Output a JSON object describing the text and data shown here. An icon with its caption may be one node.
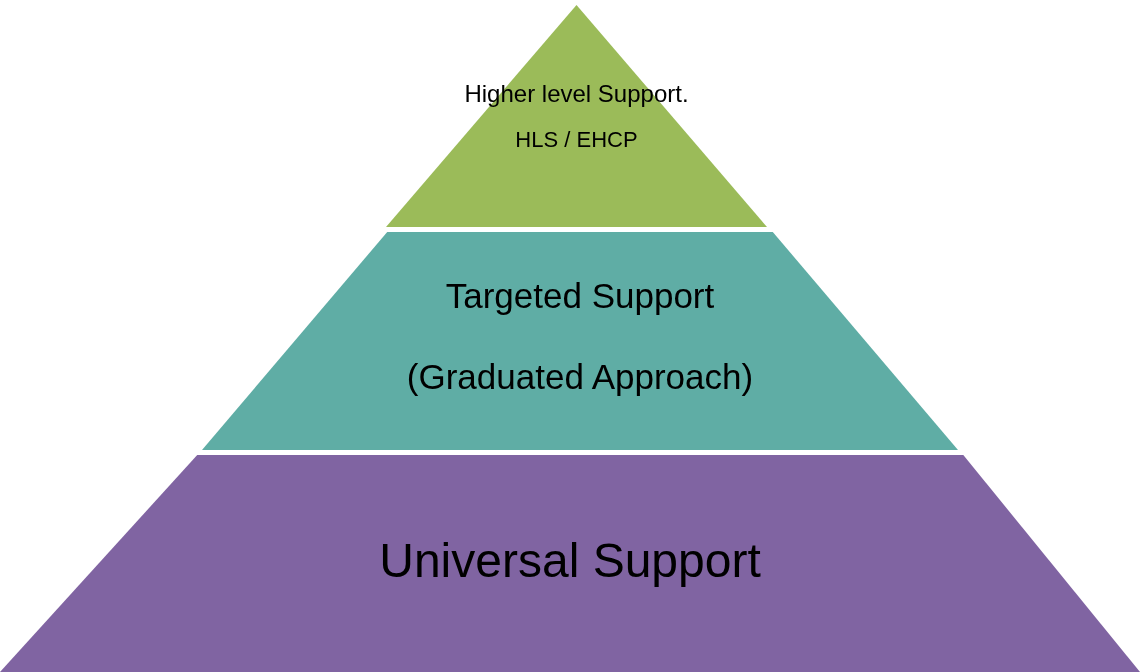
{
  "diagram": {
    "nodes": [
      {
        "text": [
          "Higher level Support.",
          "HLS / EHCP"
        ]
      },
      {
        "text": [
          "Targeted Support",
          "(Graduated Approach)"
        ]
      },
      {
        "text": [
          "Universal Support"
        ]
      }
    ]
  }
}
